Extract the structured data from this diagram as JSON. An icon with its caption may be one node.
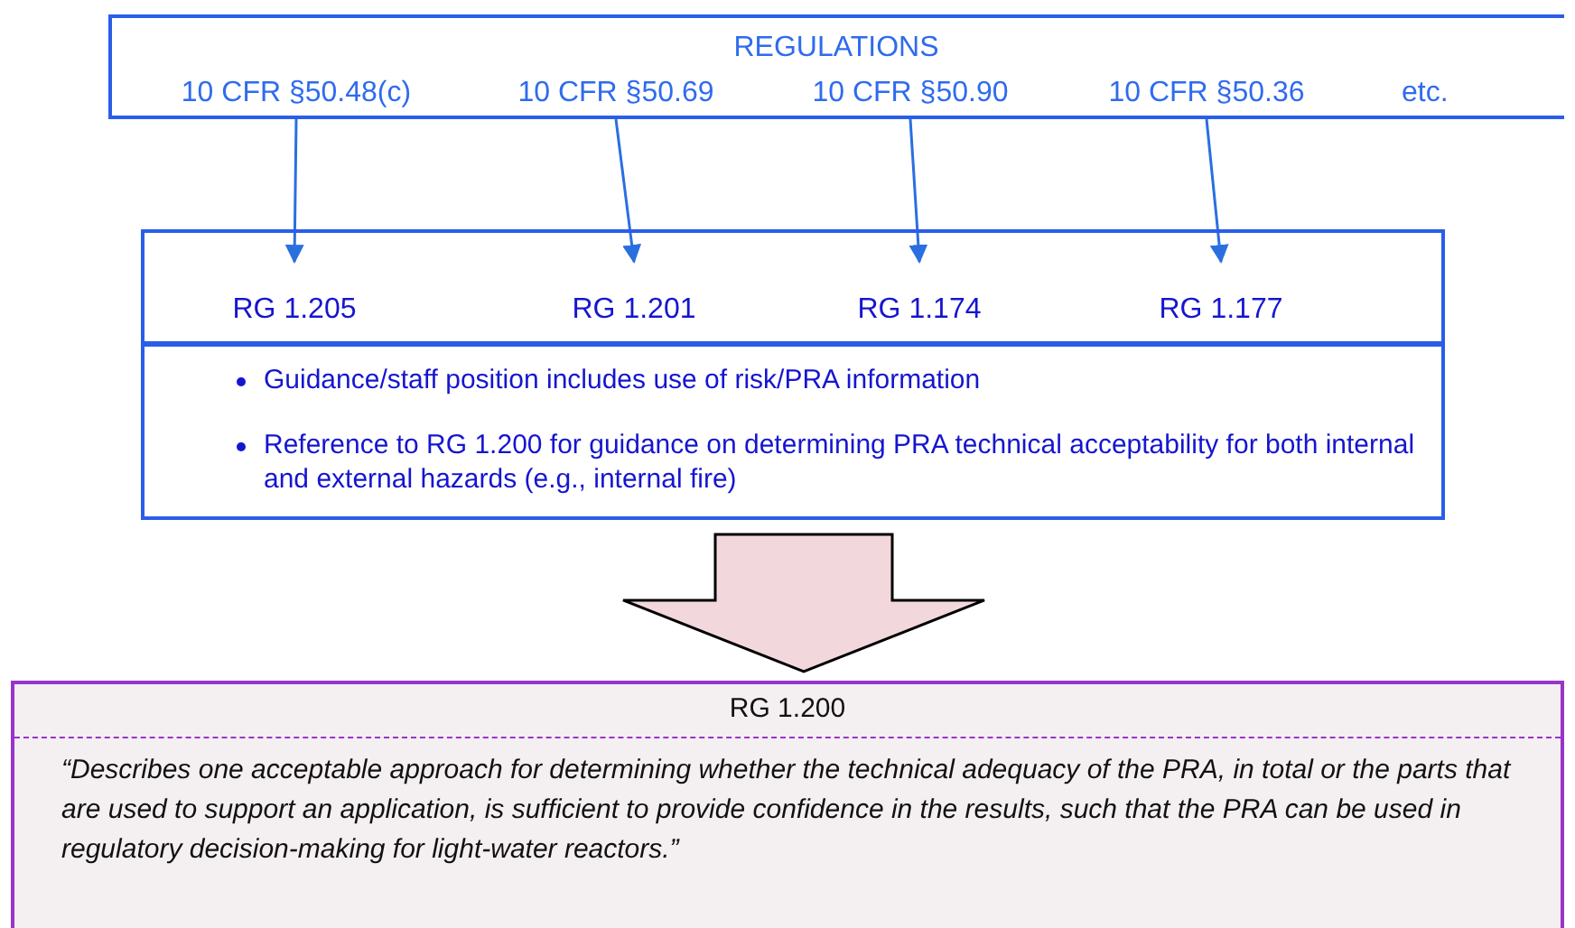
{
  "diagram": {
    "nodes": [
      {
        "text": [
          "REGULATIONS"
        ]
      },
      {
        "text": [
          "10 CFR §50.48(c)"
        ],
        "in": 0
      },
      {
        "text": [
          "10 CFR §50.69"
        ],
        "in": 0
      },
      {
        "text": [
          "10 CFR §50.90"
        ],
        "in": 0
      },
      {
        "text": [
          "10 CFR §50.36"
        ],
        "in": 0
      },
      {
        "text": [
          "Guidance/staff position includes use of risk/PRA information",
          "Reference to RG 1.200 for guidance on determining PRA technical acceptability for both internal and external hazards (e.g., internal fire)"
        ]
      },
      {
        "text": [
          "RG 1.205"
        ],
        "in": 5
      },
      {
        "text": [
          "RG 1.201"
        ],
        "in": 5
      },
      {
        "text": [
          "RG 1.174"
        ],
        "in": 5
      },
      {
        "text": [
          "RG 1.177"
        ],
        "in": 5
      },
      {
        "text": [
          "RG 1.200",
          "“Describes one acceptable approach for determining whether the technical adequacy of the PRA, in total or the parts that are used to support an application, is sufficient to provide confidence in the results, such that the PRA can be used in regulatory decision-making for light-water reactors.”"
        ]
      }
    ],
    "edges": [
      {
        "from": 1,
        "to": 6,
        "arrow": "to"
      },
      {
        "from": 2,
        "to": 7,
        "arrow": "to"
      },
      {
        "from": 3,
        "to": 8,
        "arrow": "to"
      },
      {
        "from": 4,
        "to": 9,
        "arrow": "to"
      },
      {
        "from": 5,
        "to": 10,
        "arrow": "to",
        "style": "thick",
        "color": "#000000"
      }
    ],
    "labels": [
      "etc."
    ]
  }
}
